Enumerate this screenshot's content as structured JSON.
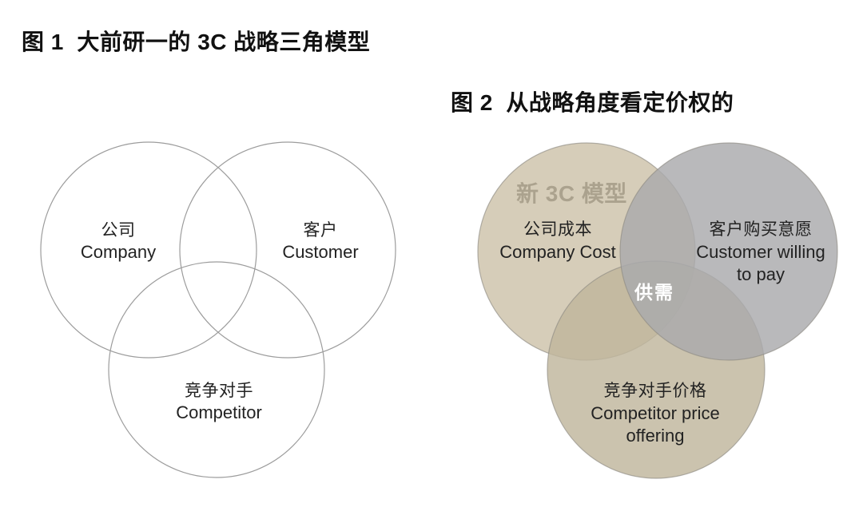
{
  "figure1": {
    "title": "图 1  大前研一的 3C 战略三角模型",
    "outline_color": "#9c9c9c",
    "labels": {
      "company_zh": "公司",
      "company_en": "Company",
      "customer_zh": "客户",
      "customer_en": "Customer",
      "competitor_zh": "竞争对手",
      "competitor_en": "Competitor"
    }
  },
  "figure2": {
    "title_line1": "图 2  从战略角度看定价权的",
    "title_line2": "新 3C 模型",
    "colors": {
      "company_cost_fill": "#cdc2a9",
      "customer_fill": "#a9a9ac",
      "competitor_fill": "#c0b69c",
      "circle_stroke": "#8d8a82",
      "center_text": "#ffffff"
    },
    "labels": {
      "company_zh": "公司成本",
      "company_en": "Company Cost",
      "customer_zh": "客户购买意愿",
      "customer_en1": "Customer willing",
      "customer_en2": "to pay",
      "competitor_zh": "竞争对手价格",
      "competitor_en1": "Competitor price",
      "competitor_en2": "offering",
      "center": "供需"
    }
  }
}
